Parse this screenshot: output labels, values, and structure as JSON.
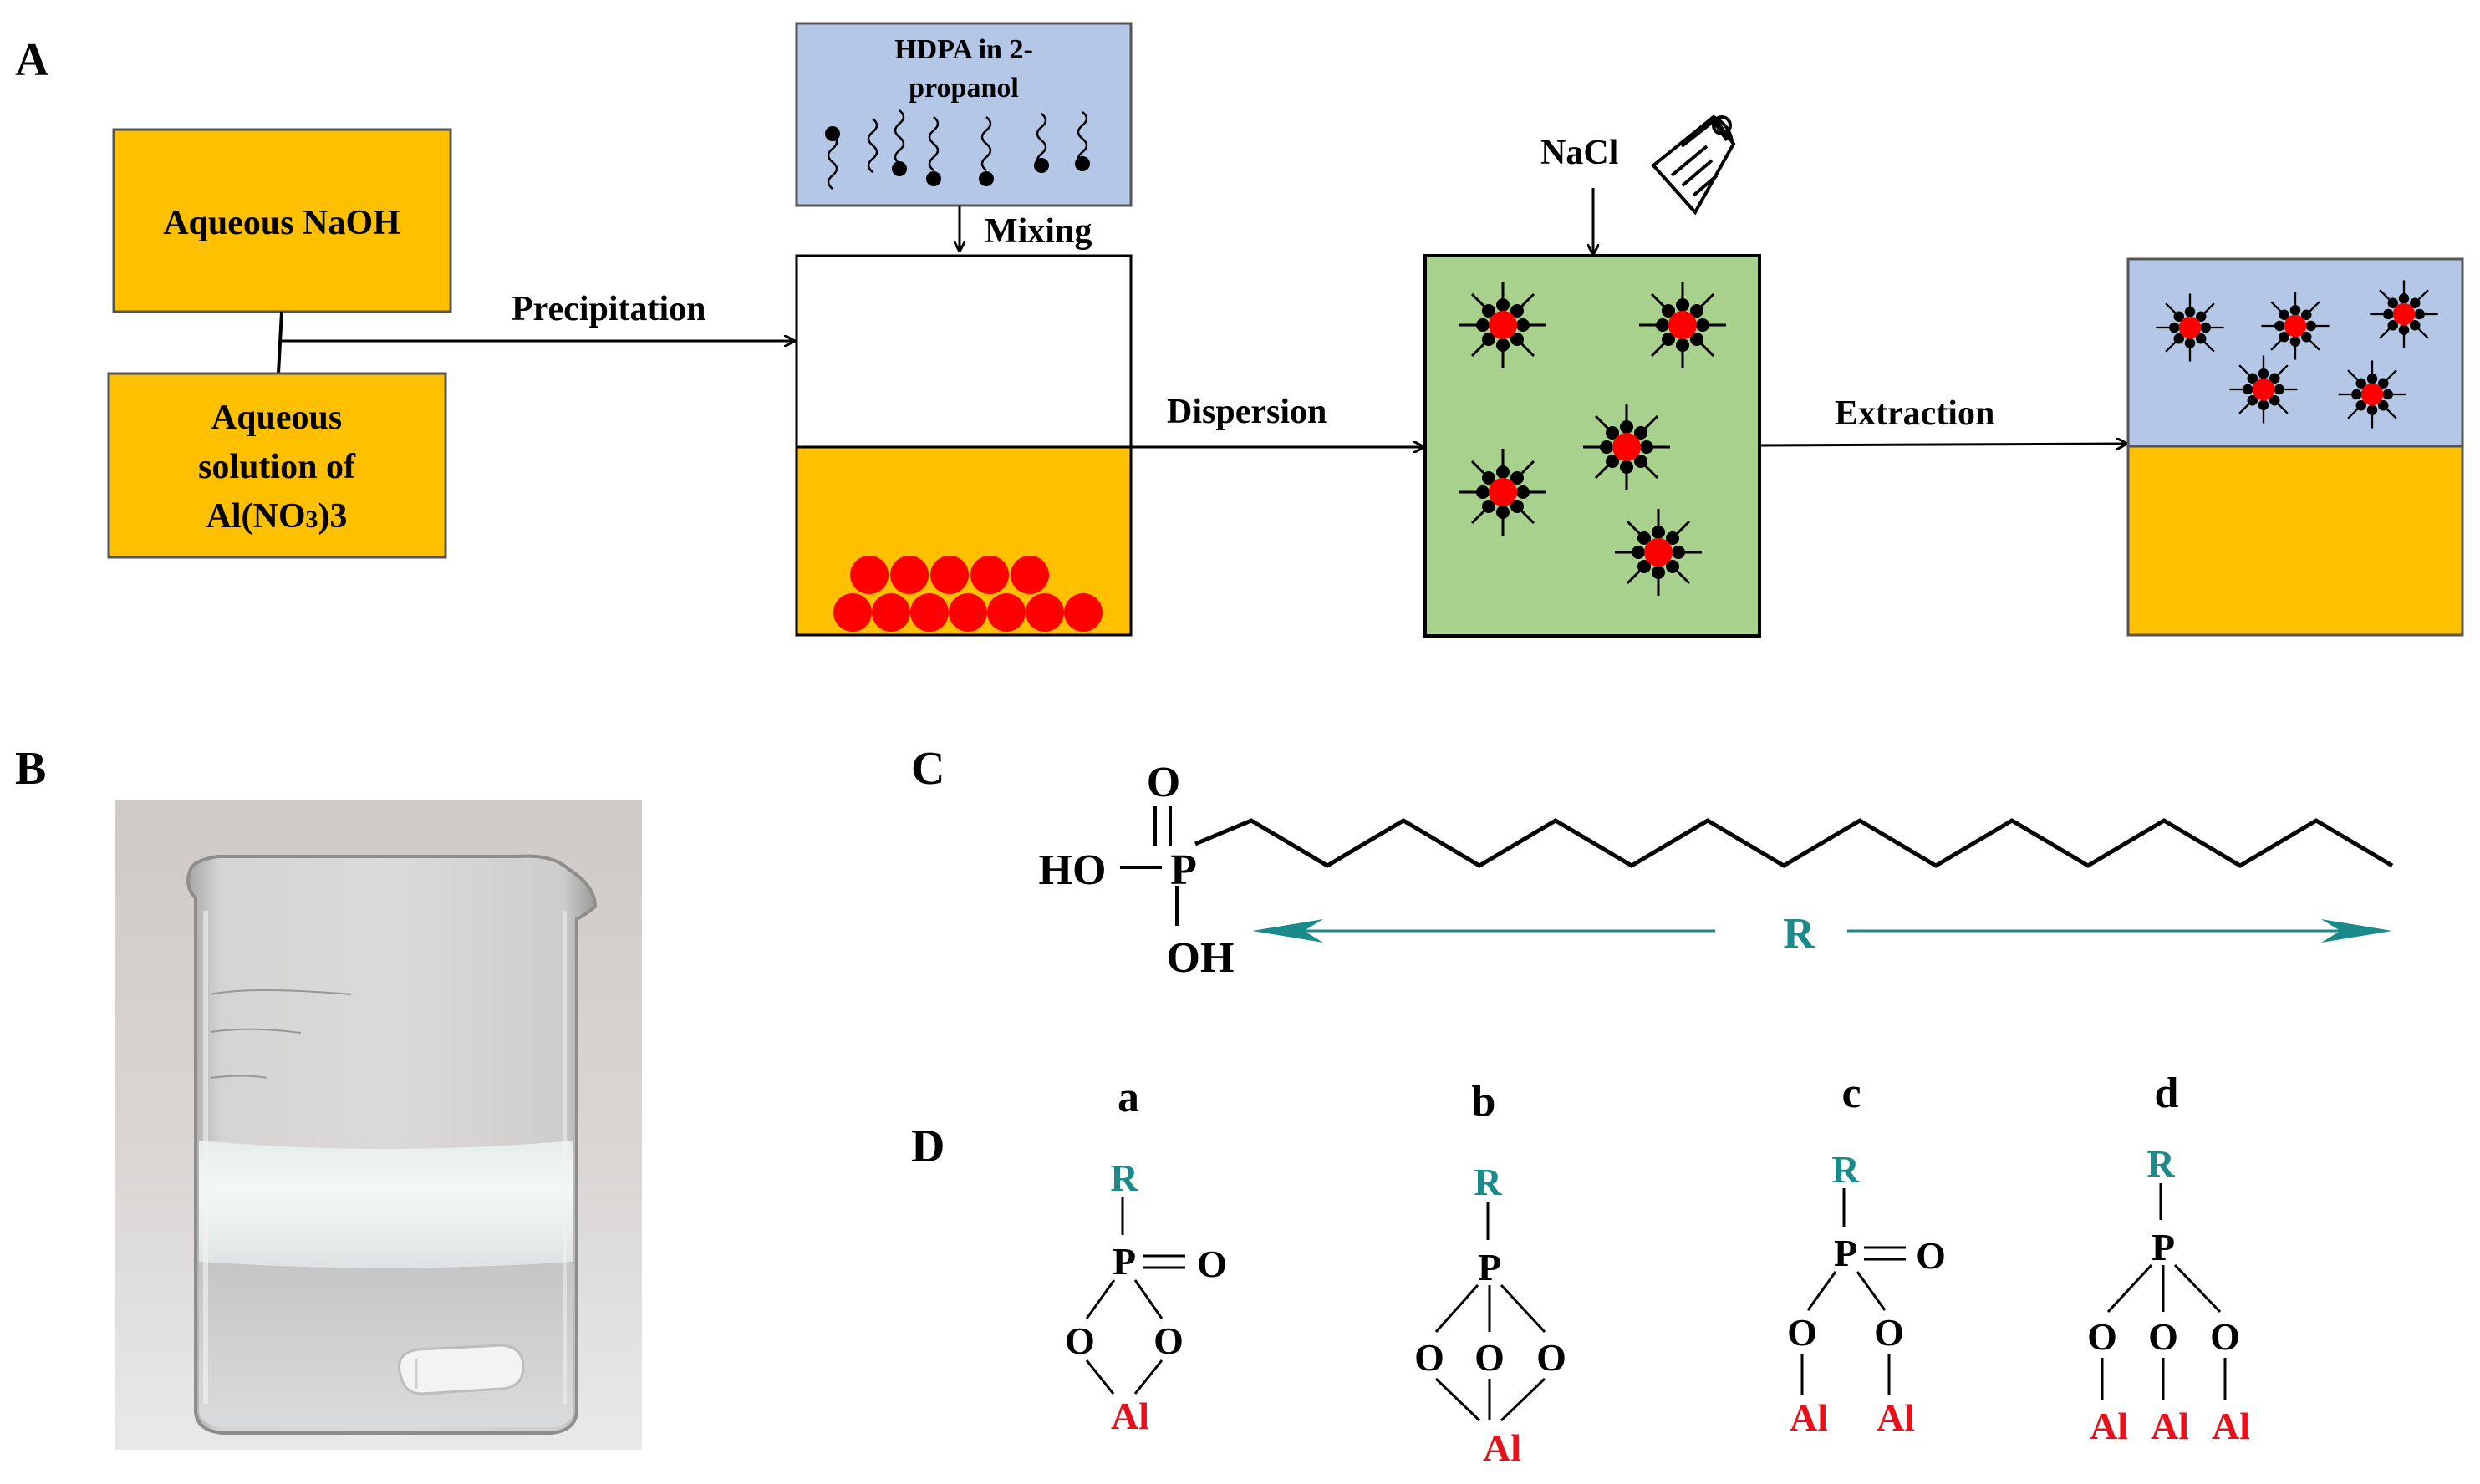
{
  "panels": {
    "a": "A",
    "b": "B",
    "c": "C",
    "d": "D"
  },
  "panel_a": {
    "naoh_box": "Aqueous NaOH",
    "al_box_line1": "Aqueous",
    "al_box_line2": "solution of",
    "al_box_line3_main": "Al(NO",
    "al_box_line3_sub": "3",
    "al_box_line3_end": ")3",
    "hdpa_line1": "HDPA in 2-",
    "hdpa_line2": "propanol",
    "mixing": "Mixing",
    "precipitation": "Precipitation",
    "dispersion": "Dispersion",
    "nacl": "NaCl",
    "extraction": "Extraction"
  },
  "panel_b": {
    "photo_desc_icon": "beaker-photo"
  },
  "panel_c": {
    "o": "O",
    "p": "P",
    "ho": "HO",
    "oh": "OH",
    "r": "R"
  },
  "panel_d": {
    "a": {
      "label": "a",
      "r": "R",
      "p": "P",
      "o": "O",
      "al": "Al"
    },
    "b": {
      "label": "b",
      "r": "R",
      "p": "P",
      "o": "O",
      "al": "Al"
    },
    "c": {
      "label": "c",
      "r": "R",
      "p": "P",
      "o": "O",
      "al": "Al"
    },
    "d": {
      "label": "d",
      "r": "R",
      "p": "P",
      "o": "O",
      "al": "Al"
    }
  },
  "colors": {
    "orange": "#FFC000",
    "blue": "#B4C7E7",
    "green": "#A9D18E",
    "red": "#FF0000",
    "teal": "#1A8A8A",
    "al_red": "#E8101A"
  }
}
